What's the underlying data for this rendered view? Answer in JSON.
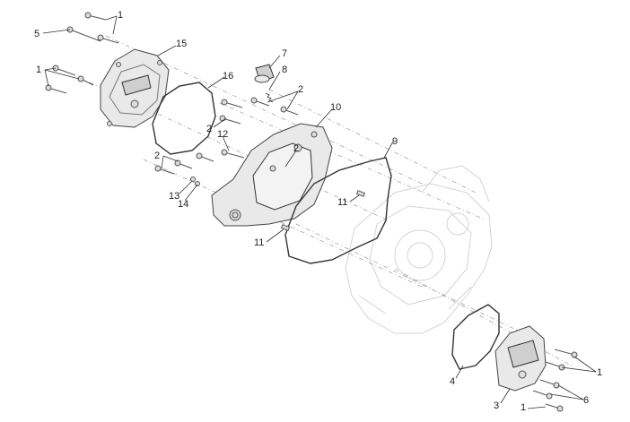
{
  "callouts": [
    {
      "id": "c1a",
      "text": "1"
    },
    {
      "id": "c5",
      "text": "5"
    },
    {
      "id": "c15",
      "text": "15"
    },
    {
      "id": "c1b",
      "text": "1"
    },
    {
      "id": "c7",
      "text": "7"
    },
    {
      "id": "c8",
      "text": "8"
    },
    {
      "id": "c16",
      "text": "16"
    },
    {
      "id": "c2a",
      "text": "2"
    },
    {
      "id": "c10",
      "text": "10"
    },
    {
      "id": "c2b",
      "text": "2"
    },
    {
      "id": "c12",
      "text": "12"
    },
    {
      "id": "c2c",
      "text": "2"
    },
    {
      "id": "c9",
      "text": "9"
    },
    {
      "id": "c2d",
      "text": "2"
    },
    {
      "id": "c13",
      "text": "13"
    },
    {
      "id": "c14",
      "text": "14"
    },
    {
      "id": "c11a",
      "text": "11"
    },
    {
      "id": "c11b",
      "text": "11"
    },
    {
      "id": "c4",
      "text": "4"
    },
    {
      "id": "c1c",
      "text": "1"
    },
    {
      "id": "c6",
      "text": "6"
    },
    {
      "id": "c3",
      "text": "3"
    },
    {
      "id": "c1d",
      "text": "1"
    }
  ]
}
